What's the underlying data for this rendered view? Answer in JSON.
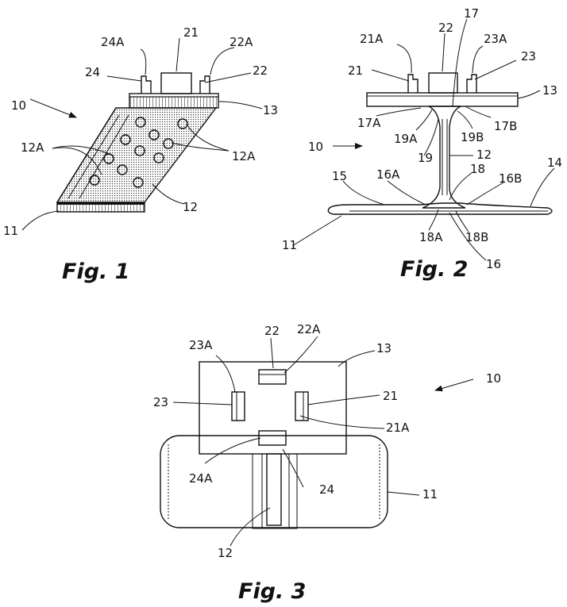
{
  "figures": [
    {
      "caption": "Fig. 1",
      "labels": {
        "assembly": "10",
        "tab_24a": "24A",
        "tab_21": "21",
        "tab_22a": "22A",
        "tab_24": "24",
        "tab_22": "22",
        "plate": "13",
        "holes_left": "12A",
        "holes_right": "12A",
        "strut": "12",
        "base": "11"
      }
    },
    {
      "caption": "Fig. 2",
      "labels": {
        "tab_21a": "21A",
        "top_22": "22",
        "top_17": "17",
        "tab_23a": "23A",
        "tab_21": "21",
        "tab_23": "23",
        "plate": "13",
        "fillet_17a": "17A",
        "fillet_19a": "19A",
        "fillet_19b": "19B",
        "fillet_17b": "17B",
        "assembly": "10",
        "neck_19": "19",
        "strut": "12",
        "foot_18": "18",
        "flange_15": "15",
        "fillet_16a": "16A",
        "fillet_16b": "16B",
        "flange_14": "14",
        "base": "11",
        "fillet_18a": "18A",
        "fillet_18b": "18B",
        "bottom_16": "16"
      }
    },
    {
      "caption": "Fig. 3",
      "labels": {
        "tab_22": "22",
        "tab_22a": "22A",
        "tab_23a": "23A",
        "plate": "13",
        "assembly": "10",
        "tab_23": "23",
        "tab_21": "21",
        "tab_21a": "21A",
        "tab_24a": "24A",
        "tab_24": "24",
        "base": "11",
        "strut": "12"
      }
    }
  ]
}
